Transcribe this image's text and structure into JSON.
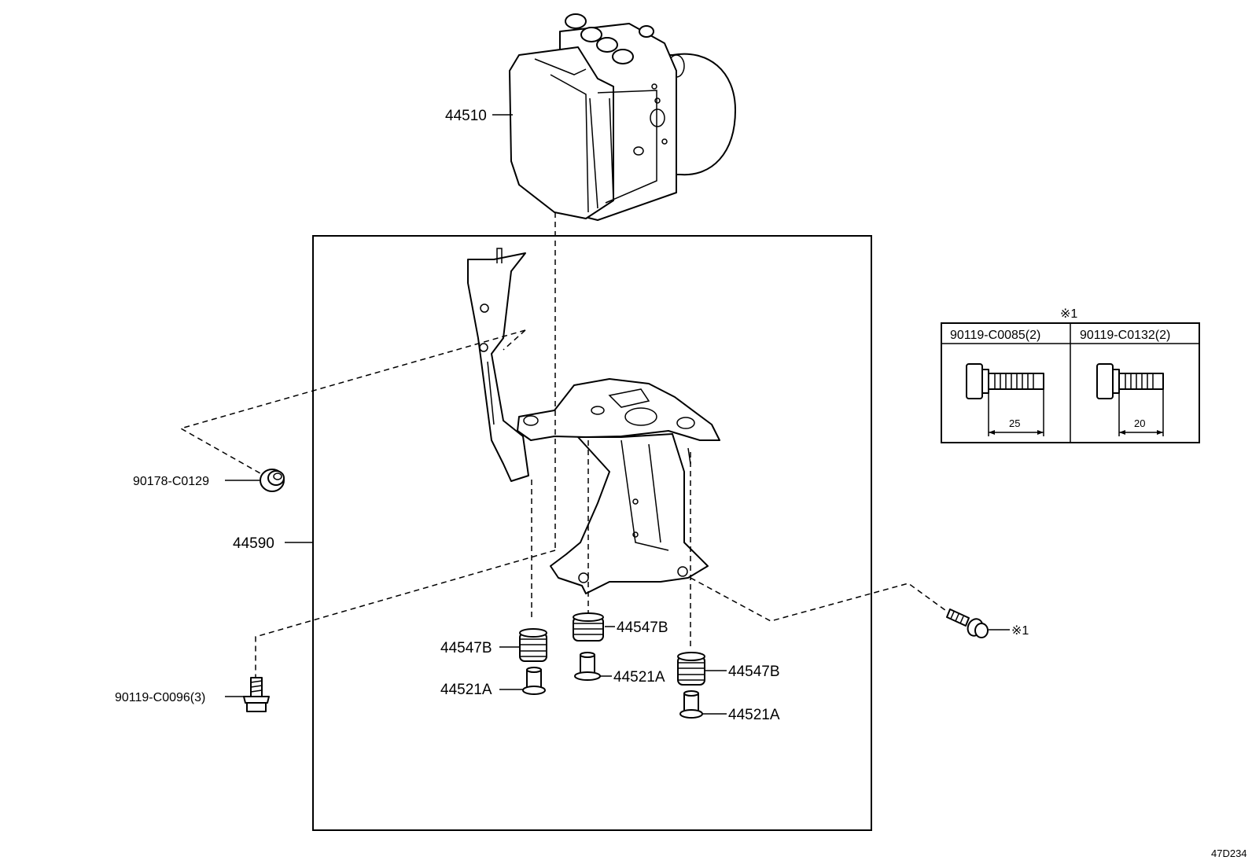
{
  "labels": {
    "abs_actuator": "44510",
    "bracket_assy": "44590",
    "nut": "90178-C0129",
    "bolt_main": "90119-C0096(3)",
    "cushion_left": "44547B",
    "cushion_center": "44547B",
    "cushion_right": "44547B",
    "collar_left": "44521A",
    "collar_center": "44521A",
    "collar_right": "44521A",
    "ref_bolt_mark": "※1"
  },
  "inset": {
    "mark": "※1",
    "col1_header": "90119-C0085(2)",
    "col2_header": "90119-C0132(2)",
    "col1_length": "25",
    "col2_length": "20"
  },
  "footer": {
    "diagram_code": "47D234"
  },
  "icons": {
    "actuator": "abs-actuator-icon",
    "bracket": "bracket-icon",
    "nut": "flange-nut-icon",
    "bolt": "flange-bolt-icon",
    "cushion": "cushion-icon",
    "collar": "collar-icon"
  }
}
